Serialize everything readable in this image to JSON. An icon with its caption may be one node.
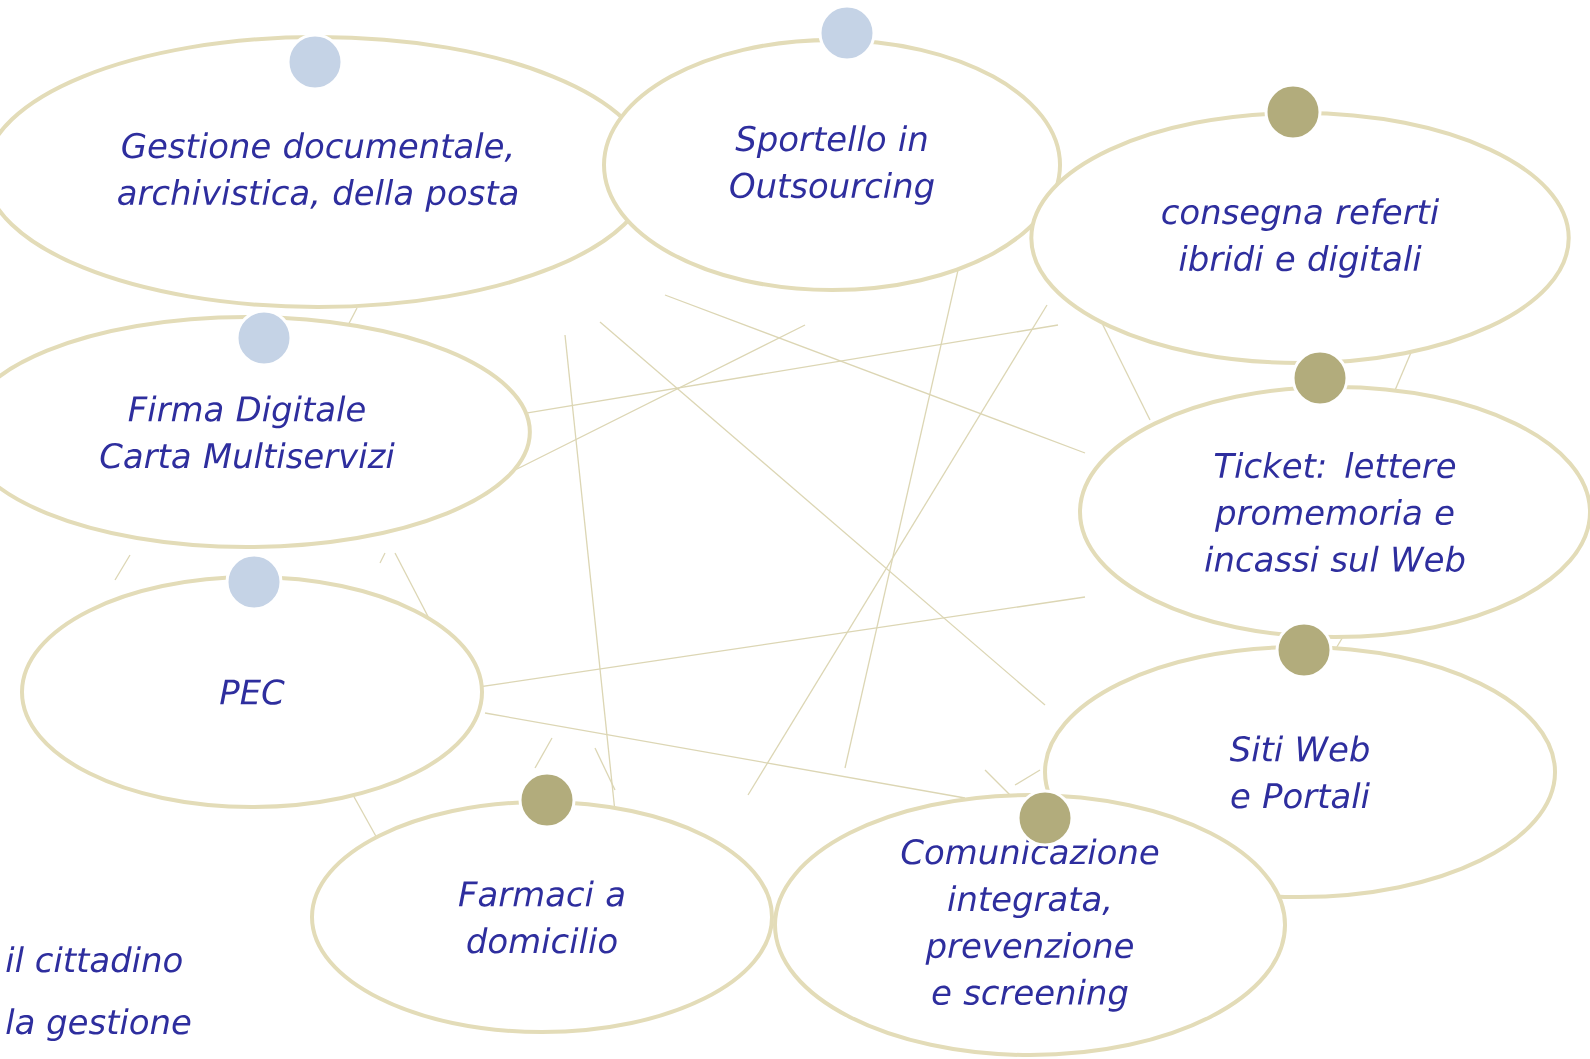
{
  "diagram": {
    "nodes": [
      {
        "text": [
          "Gestione documentale, archivistica, della posta"
        ]
      },
      {
        "text": [
          "Sportello in Outsourcing"
        ]
      },
      {
        "text": [
          "consegna referti ibridi e digitali"
        ]
      },
      {
        "text": [
          "Firma Digitale Carta Multiservizi"
        ]
      },
      {
        "text": [
          "Ticket: lettere promemoria e incassi sul Web"
        ]
      },
      {
        "text": [
          "PEC"
        ]
      },
      {
        "text": [
          "Siti Web e Portali"
        ]
      },
      {
        "text": [
          "Farmaci a domicilio"
        ]
      },
      {
        "text": [
          "Comunicazione integrata, prevenzione e screening"
        ]
      }
    ],
    "labels": [
      "il cittadino",
      "la gestione"
    ]
  }
}
